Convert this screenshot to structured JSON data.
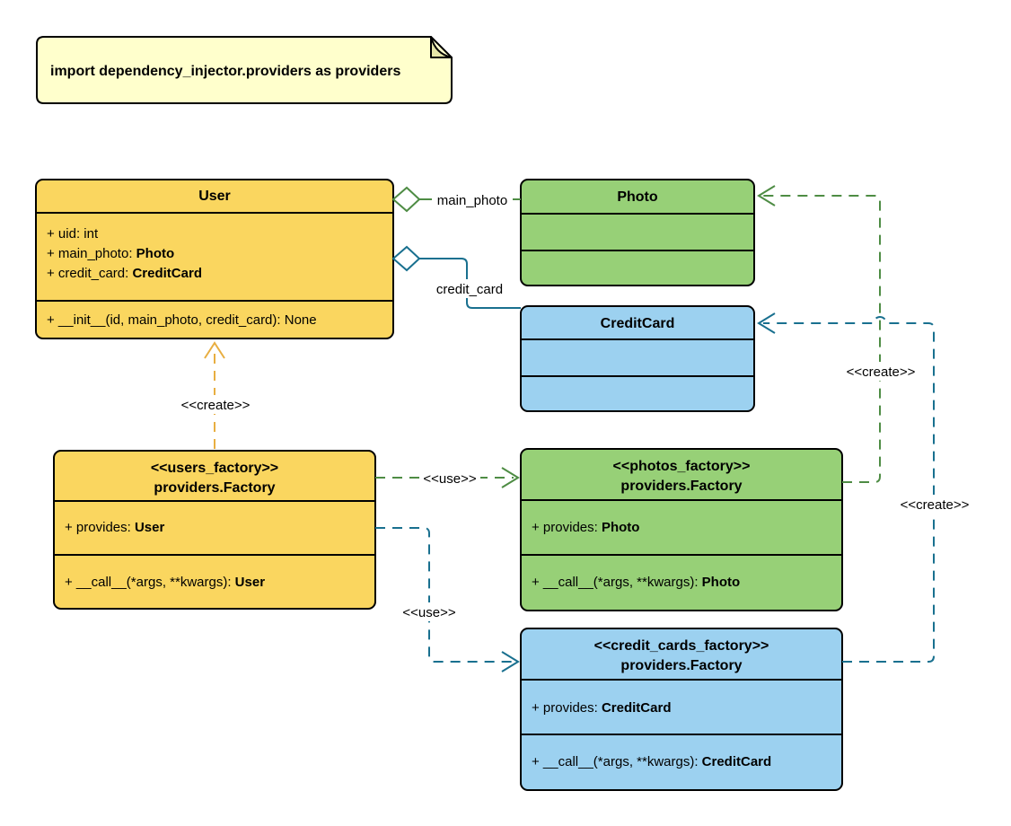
{
  "note": {
    "text": "import dependency_injector.providers as providers"
  },
  "classes": {
    "user": {
      "title": "User",
      "attributes": [
        {
          "prefix": "+ uid: ",
          "type": "int",
          "weight": "normal"
        },
        {
          "prefix": "+ main_photo: ",
          "type": "Photo",
          "weight": "bold"
        },
        {
          "prefix": "+ credit_card: ",
          "type": "CreditCard",
          "weight": "bold"
        }
      ],
      "methods": [
        {
          "prefix": "+ __init__(id, main_photo, credit_card): ",
          "type": "None",
          "weight": "normal"
        }
      ]
    },
    "photo": {
      "title": "Photo"
    },
    "credit_card": {
      "title": "CreditCard"
    },
    "users_factory": {
      "stereotype": "<<users_factory>>",
      "title": "providers.Factory",
      "attributes": [
        {
          "prefix": "+ provides: ",
          "type": "User",
          "weight": "bold"
        }
      ],
      "methods": [
        {
          "prefix": "+ __call__(*args, **kwargs): ",
          "type": "User",
          "weight": "bold"
        }
      ]
    },
    "photos_factory": {
      "stereotype": "<<photos_factory>>",
      "title": "providers.Factory",
      "attributes": [
        {
          "prefix": "+ provides: ",
          "type": "Photo",
          "weight": "bold"
        }
      ],
      "methods": [
        {
          "prefix": "+ __call__(*args, **kwargs): ",
          "type": "Photo",
          "weight": "bold"
        }
      ]
    },
    "credit_cards_factory": {
      "stereotype": "<<credit_cards_factory>>",
      "title": "providers.Factory",
      "attributes": [
        {
          "prefix": "+ provides: ",
          "type": "CreditCard",
          "weight": "bold"
        }
      ],
      "methods": [
        {
          "prefix": "+ __call__(*args, **kwargs): ",
          "type": "CreditCard",
          "weight": "bold"
        }
      ]
    }
  },
  "edges": {
    "main_photo": {
      "label": "main_photo"
    },
    "credit_card": {
      "label": "credit_card"
    },
    "create_user": {
      "label": "<<create>>"
    },
    "use_photos": {
      "label": "<<use>>"
    },
    "use_credit_cards": {
      "label": "<<use>>"
    },
    "create_photo": {
      "label": "<<create>>"
    },
    "create_credit_card": {
      "label": "<<create>>"
    }
  },
  "colors": {
    "class_yellow": "#FAD65F",
    "class_green": "#97D077",
    "class_blue": "#9CD1F0",
    "note_yellow": "#FFFFCC",
    "note_fold": "#E6E6A8",
    "edge_green": "#4E8C44",
    "edge_teal": "#19708F",
    "edge_orange": "#E8AE41",
    "border": "#000000"
  }
}
